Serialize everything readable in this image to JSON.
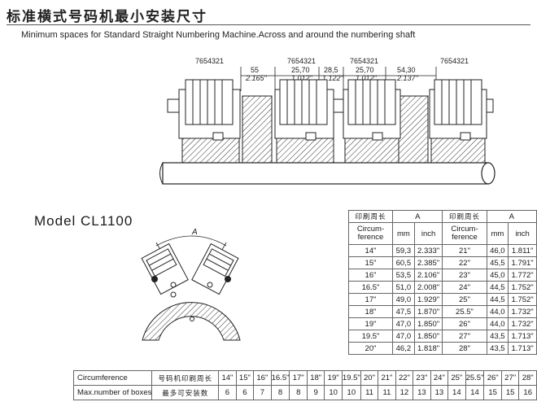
{
  "header": {
    "title_cn": "标准横式号码机最小安装尺寸",
    "subtitle": "Minimum spaces for Standard Straight Numbering Machine.Across and around the numbering shaft"
  },
  "top_diagram": {
    "digit_labels": [
      "7654321",
      "7654321",
      "7654321",
      "7654321"
    ],
    "dims": [
      {
        "mm": "55",
        "inch": "2.165\""
      },
      {
        "mm": "25,70",
        "inch": "1.012\""
      },
      {
        "mm": "28,5",
        "inch": "1.122\""
      },
      {
        "mm": "25,70",
        "inch": "1.012\""
      },
      {
        "mm": "54,30",
        "inch": "2.137\""
      }
    ]
  },
  "model": {
    "label": "Model  CL1100",
    "dim_label": "A"
  },
  "right_table": {
    "h_cn": "印刷周长",
    "h_a": "A",
    "h_circ": "Circum-\nference",
    "h_mm": "mm",
    "h_inch": "inch",
    "rows": [
      {
        "c1": "14\"",
        "mm1": "59,3",
        "in1": "2.333\"",
        "c2": "21\"",
        "mm2": "46,0",
        "in2": "1.811\""
      },
      {
        "c1": "15\"",
        "mm1": "60,5",
        "in1": "2.385\"",
        "c2": "22\"",
        "mm2": "45,5",
        "in2": "1.791\""
      },
      {
        "c1": "16\"",
        "mm1": "53,5",
        "in1": "2.106\"",
        "c2": "23\"",
        "mm2": "45,0",
        "in2": "1.772\""
      },
      {
        "c1": "16.5\"",
        "mm1": "51,0",
        "in1": "2.008\"",
        "c2": "24\"",
        "mm2": "44,5",
        "in2": "1.752\""
      },
      {
        "c1": "17\"",
        "mm1": "49,0",
        "in1": "1.929\"",
        "c2": "25\"",
        "mm2": "44,5",
        "in2": "1.752\""
      },
      {
        "c1": "18\"",
        "mm1": "47,5",
        "in1": "1.870\"",
        "c2": "25.5\"",
        "mm2": "44,0",
        "in2": "1.732\""
      },
      {
        "c1": "19\"",
        "mm1": "47,0",
        "in1": "1.850\"",
        "c2": "26\"",
        "mm2": "44,0",
        "in2": "1.732\""
      },
      {
        "c1": "19.5\"",
        "mm1": "47,0",
        "in1": "1.850\"",
        "c2": "27\"",
        "mm2": "43,5",
        "in2": "1.713\""
      },
      {
        "c1": "20\"",
        "mm1": "46,2",
        "in1": "1.818\"",
        "c2": "28\"",
        "mm2": "43,5",
        "in2": "1.713\""
      }
    ]
  },
  "bottom_table": {
    "row1_label": "Circumference",
    "row1_cn": "号码机印刷周长",
    "row2_label": "Max.number of boxes",
    "row2_cn": "最多可安装数",
    "circ": [
      "14\"",
      "15\"",
      "16\"",
      "16.5\"",
      "17\"",
      "18\"",
      "19\"",
      "19.5\"",
      "20\"",
      "21\"",
      "22\"",
      "23\"",
      "24\"",
      "25\"",
      "25.5\"",
      "26\"",
      "27\"",
      "28\""
    ],
    "boxes": [
      "6",
      "6",
      "7",
      "8",
      "8",
      "9",
      "10",
      "10",
      "11",
      "11",
      "12",
      "13",
      "13",
      "14",
      "14",
      "15",
      "15",
      "16"
    ]
  }
}
